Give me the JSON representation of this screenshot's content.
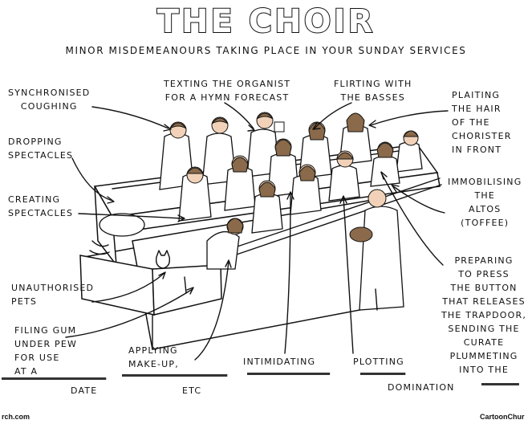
{
  "title": "THE CHOIR",
  "subtitle": "MINOR MISDEMEANOURS TAKING PLACE IN YOUR SUNDAY SERVICES",
  "labels": {
    "coughing": "SYNCHRONISED\nCOUGHING",
    "texting": "TEXTING THE ORGANIST\nFOR A HYMN FORECAST",
    "flirting": "FLIRTING WITH\nTHE BASSES",
    "plaiting": "PLAITING\nTHE HAIR\nOF THE\nCHORISTER\nIN FRONT",
    "dropping": "DROPPING\nSPECTACLES",
    "creating": "CREATING\nSPECTACLES",
    "immobilising": "IMMOBILISING\nTHE\nALTOS\n(TOFFEE)",
    "preparing": "PREPARING\nTO PRESS\nTHE BUTTON\nTHAT RELEASES\nTHE TRAPDOOR,\nSENDING THE\nCURATE\nPLUMMETING\nINTO THE",
    "pets": "UNAUTHORISED\nPETS",
    "filing": "FILING GUM\nUNDER PEW\nFOR USE\nAT A",
    "applying": "APPLYING\nMAKE-UP,",
    "intimidating": "INTIMIDATING",
    "plotting": "PLOTTING",
    "date": "DATE",
    "etc": "ETC",
    "domination": "DOMINATION"
  },
  "footer": {
    "left": "rch.com",
    "right": "CartoonChur"
  },
  "icons": [
    "arrow-icon",
    "choir-stall-icon",
    "cat-icon",
    "curate-figure-icon"
  ]
}
